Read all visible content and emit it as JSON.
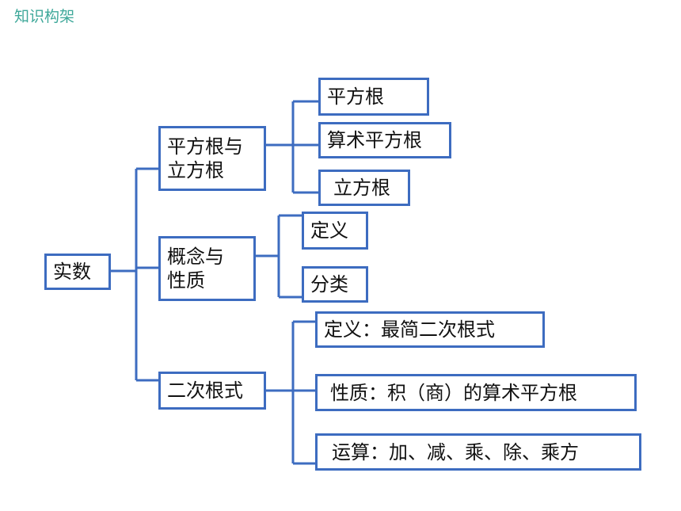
{
  "header": {
    "title": "知识构架"
  },
  "colors": {
    "line": "#3d6cc0",
    "title": "#3fa89a"
  },
  "diagram": {
    "root": "实数",
    "branches": [
      {
        "label": "平方根与\n立方根",
        "children": [
          "平方根",
          "算术平方根",
          "立方根"
        ]
      },
      {
        "label": "概念与\n性质",
        "children": [
          "定义",
          "分类"
        ]
      },
      {
        "label": "二次根式",
        "children": [
          "定义：最简二次根式",
          "性质：积（商）的算术平方根",
          "运算：加、减、乘、除、乘方"
        ]
      }
    ]
  }
}
